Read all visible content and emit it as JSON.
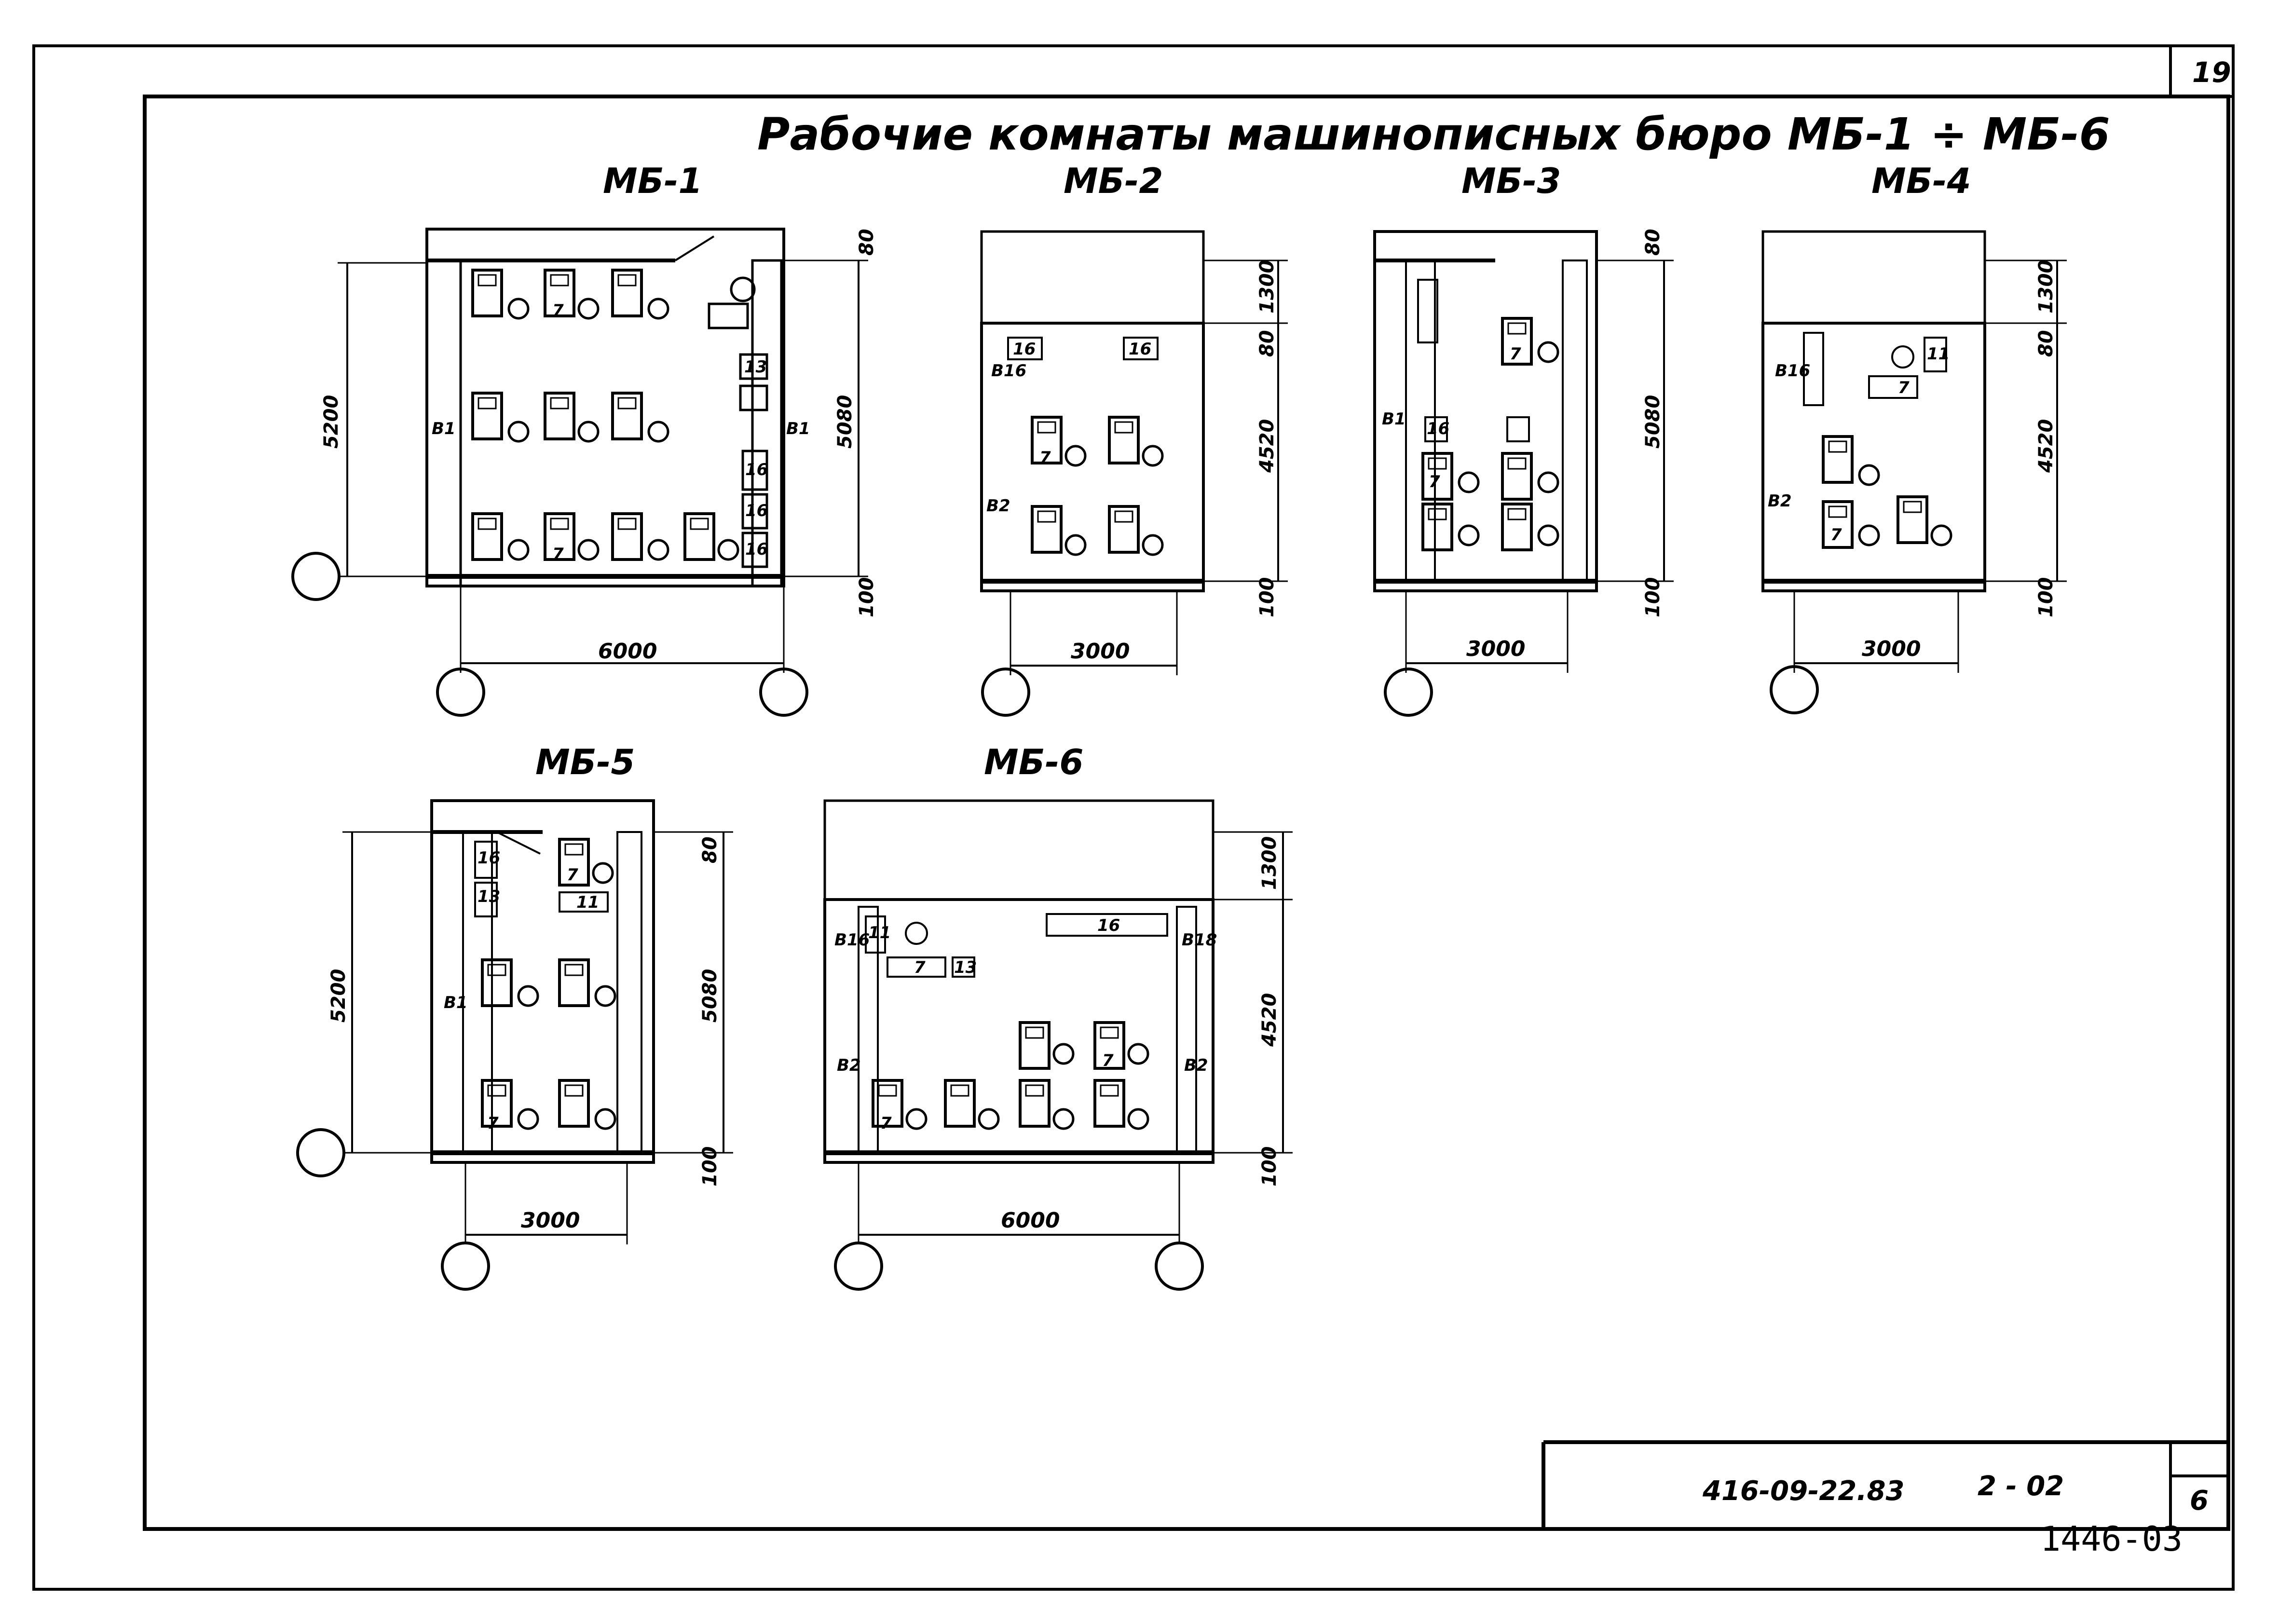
{
  "sheet": {
    "title": "Рабочие комнаты машинописных бюро МБ-1 ÷ МБ-6",
    "page_number": "19",
    "document_code": "416-09-22.83",
    "album": "2 - 02",
    "stamp_number": "1446-03",
    "sheet_number_box": "6"
  },
  "rooms": {
    "mb1": {
      "label": "МБ-1",
      "width_dim": "6000",
      "height_dim": "5200",
      "right_dim": "5080",
      "top_dim": "80",
      "bottom_dim": "100",
      "wall_left": "В1",
      "wall_right": "В1",
      "equipment": {
        "e1": "7",
        "e2": "7",
        "e3": "13",
        "e4": "16",
        "e5": "16",
        "e6": "16"
      }
    },
    "mb2": {
      "label": "МБ-2",
      "width_dim": "3000",
      "top_dim": "1300",
      "mid_dim": "80",
      "right_dim": "4520",
      "bottom_dim": "100",
      "wall_left": "В2",
      "door_label": "В16",
      "equipment": {
        "e1": "16",
        "e2": "16",
        "e3": "7"
      }
    },
    "mb3": {
      "label": "МБ-3",
      "width_dim": "3000",
      "right_dim": "5080",
      "top_dim": "80",
      "bottom_dim": "100",
      "wall_left": "В1",
      "equipment": {
        "e1": "7",
        "e2": "7",
        "e3": "16"
      }
    },
    "mb4": {
      "label": "МБ-4",
      "width_dim": "3000",
      "top_dim": "1300",
      "mid_dim": "80",
      "right_dim": "4520",
      "bottom_dim": "100",
      "wall_left": "В2",
      "door_label": "В16",
      "equipment": {
        "e1": "11",
        "e2": "7",
        "e3": "7"
      }
    },
    "mb5": {
      "label": "МБ-5",
      "width_dim": "3000",
      "height_dim": "5200",
      "right_dim": "5080",
      "top_dim": "80",
      "bottom_dim": "100",
      "wall_left": "В1",
      "equipment": {
        "e1": "7",
        "e2": "11",
        "e3": "16",
        "e4": "13",
        "e5": "7"
      }
    },
    "mb6": {
      "label": "МБ-6",
      "width_dim": "6000",
      "top_dim": "1300",
      "right_dim": "4520",
      "bottom_dim": "100",
      "wall_left": "В2",
      "wall_right": "В2",
      "door_left": "В16",
      "door_right": "В18",
      "equipment": {
        "e1": "11",
        "e2": "7",
        "e3": "13",
        "e4": "16",
        "e5": "7",
        "e6": "7"
      }
    }
  }
}
